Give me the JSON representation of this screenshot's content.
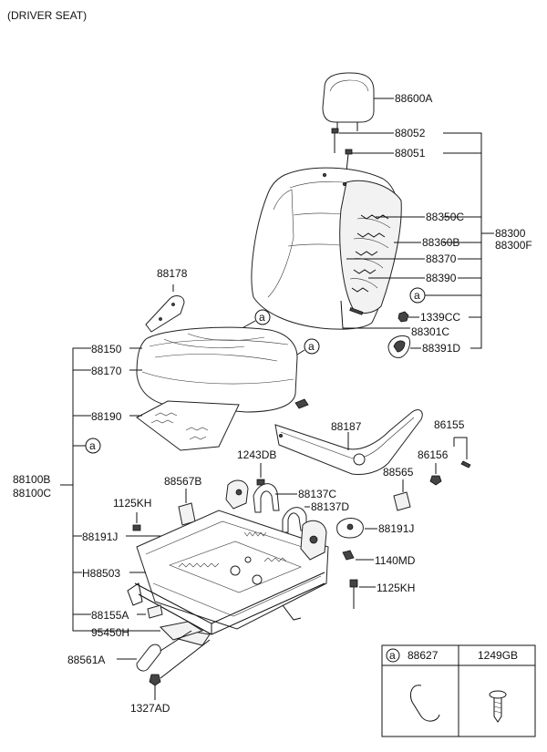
{
  "title": "(DRIVER SEAT)",
  "labels": {
    "p88600A": "88600A",
    "p88052": "88052",
    "p88051": "88051",
    "p88350C": "88350C",
    "p88300": "88300",
    "p88300F": "88300F",
    "p88360B": "88360B",
    "p88370": "88370",
    "p88390": "88390",
    "p1339CC": "1339CC",
    "p88301C": "88301C",
    "p88391D": "88391D",
    "p88178": "88178",
    "p88150": "88150",
    "p88170": "88170",
    "p88190": "88190",
    "p88187": "88187",
    "p86155": "86155",
    "p86156": "86156",
    "p88100B": "88100B",
    "p88100C": "88100C",
    "p1243DB": "1243DB",
    "p88567B": "88567B",
    "p88137C": "88137C",
    "p88137D": "88137D",
    "p88565": "88565",
    "p1125KH_a": "1125KH",
    "p88191J_a": "88191J",
    "p88191J_b": "88191J",
    "p1140MD": "1140MD",
    "pH88503": "H88503",
    "p1125KH_b": "1125KH",
    "p88155A": "88155A",
    "p95450H": "95450H",
    "p88561A": "88561A",
    "p1327AD": "1327AD"
  },
  "callouts": {
    "a": "a"
  },
  "legend": {
    "marker": "a",
    "col1": "88627",
    "col2": "1249GB"
  }
}
